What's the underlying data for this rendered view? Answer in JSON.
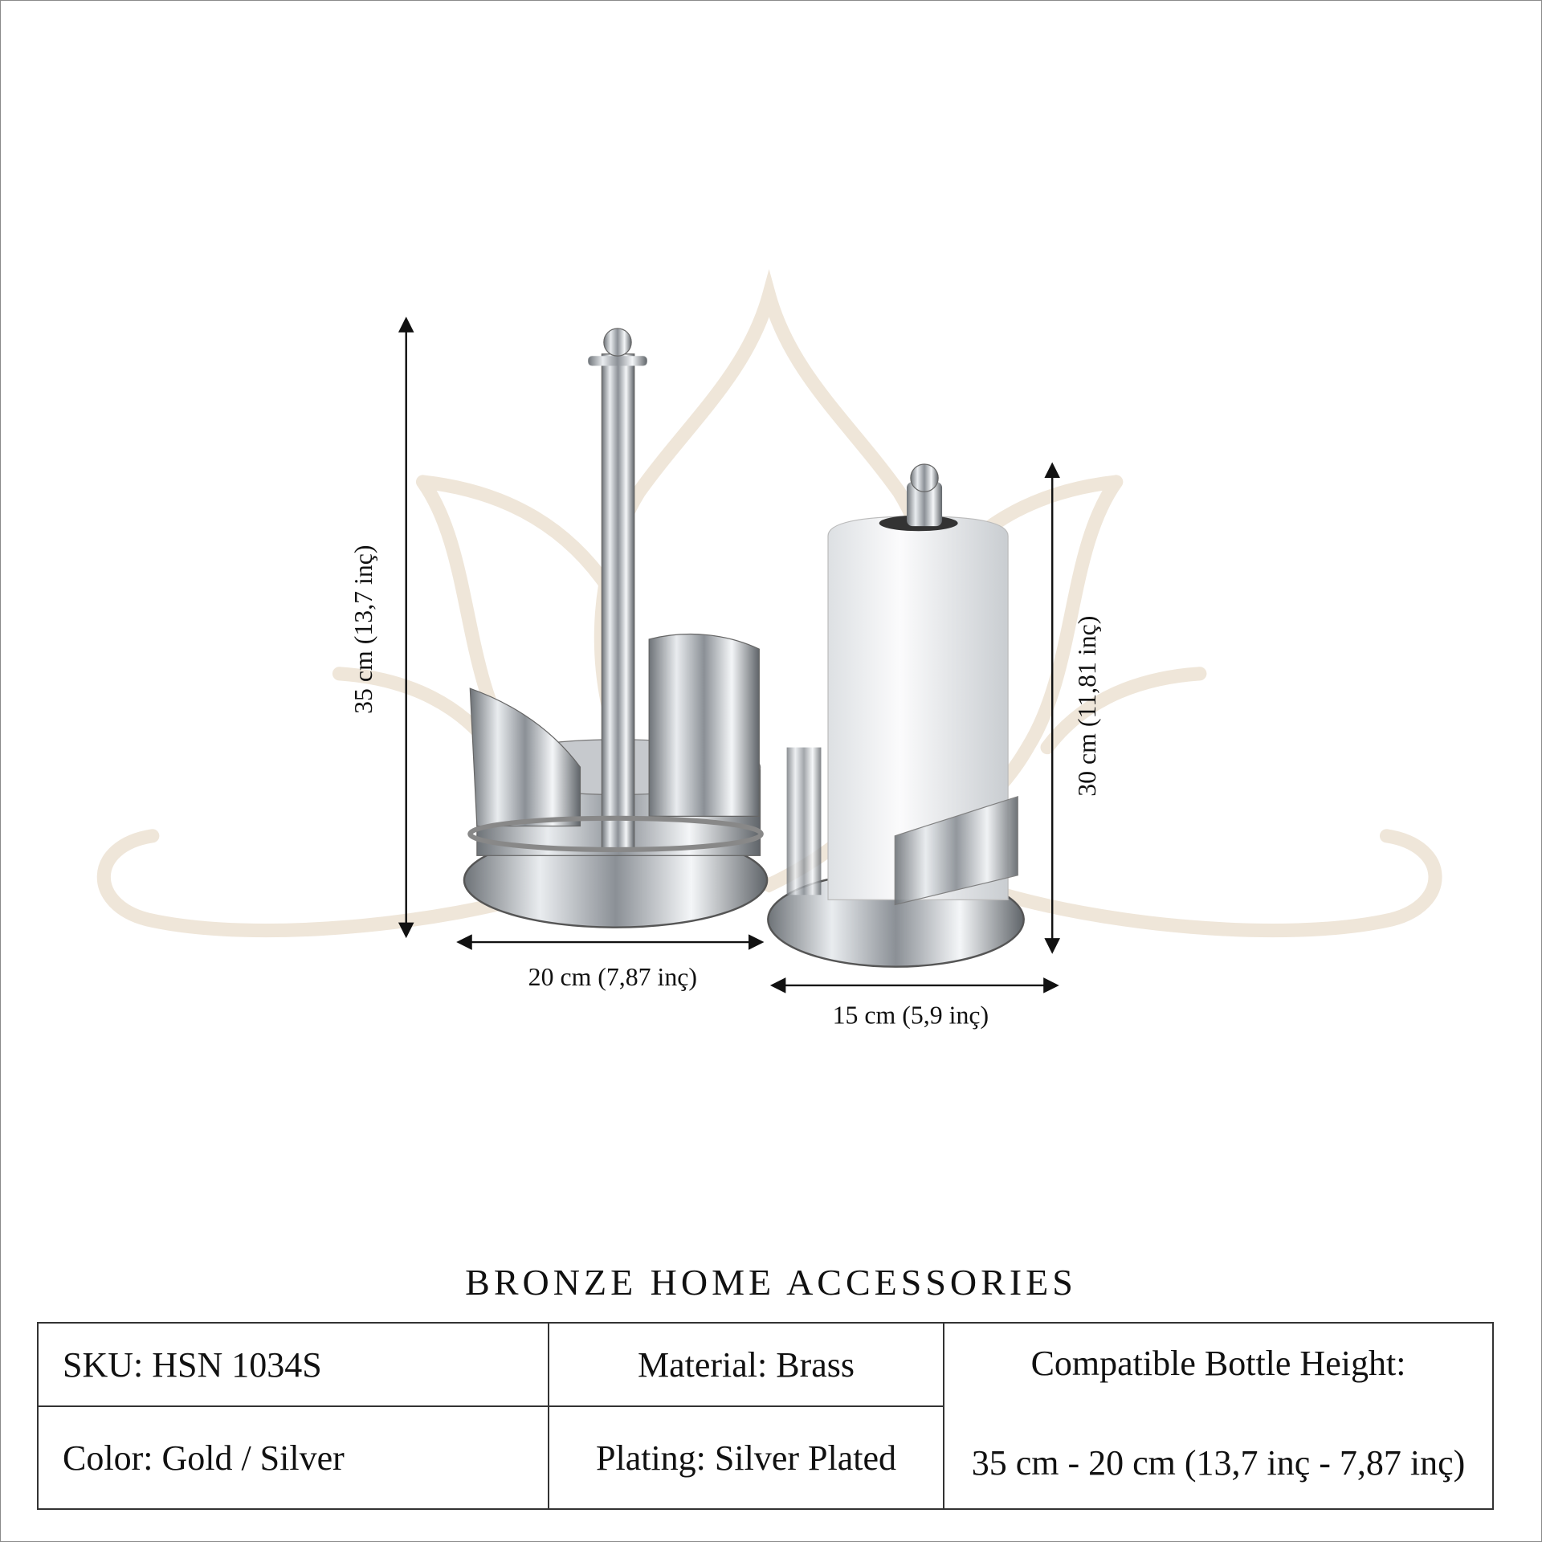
{
  "dimensions": {
    "tall_height": "35 cm (13,7 inç)",
    "tall_width": "20 cm (7,87 inç)",
    "short_height": "30 cm (11,81 inç)",
    "short_width": "15 cm (5,9 inç)"
  },
  "brand": "BRONZE HOME ACCESSORIES",
  "specs": {
    "sku": "SKU: HSN 1034S",
    "material": "Material: Brass",
    "compat_label": "Compatible Bottle Height:",
    "color": "Color: Gold / Silver",
    "plating": "Plating: Silver Plated",
    "compat_value": "35 cm - 20 cm (13,7 inç - 7,87 inç)"
  },
  "colors": {
    "watermark": "#efe6d9",
    "silver": "#b9bcc0"
  }
}
